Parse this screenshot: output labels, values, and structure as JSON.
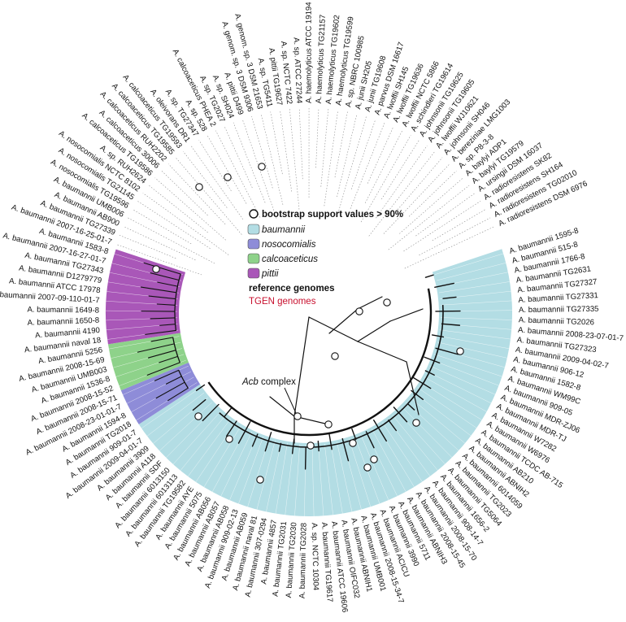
{
  "legend": {
    "bootstrap": "bootstrap support values > 90%",
    "clades": [
      {
        "label": "baumannii",
        "color": "#b3dde4"
      },
      {
        "label": "nosocomialis",
        "color": "#8e8cd8"
      },
      {
        "label": "calcoaceticus",
        "color": "#8ed28a"
      },
      {
        "label": "pittii",
        "color": "#a957b8"
      }
    ],
    "reference": "reference genomes",
    "tgen": "TGEN genomes",
    "tgen_color": "#c8102e"
  },
  "acb_label": {
    "italic": "Acb",
    "rest": " complex"
  },
  "clade_ranges": [
    {
      "clade": "baumannii",
      "from": 0,
      "to": 60
    },
    {
      "clade": "nosocomialis",
      "from": 61,
      "to": 64
    },
    {
      "clade": "calcoaceticus",
      "from": 65,
      "to": 69
    },
    {
      "clade": "pittii",
      "from": 70,
      "to": 79
    }
  ],
  "leaves": [
    "A. baumannii 1595-8",
    "A. baumannii 515-8",
    "A. baumannii 1766-8",
    "A. baumannii TG2631",
    "A. baumannii TG27327",
    "A. baumannii TG27331",
    "A. baumannii TG27335",
    "A. baumannii TG2026",
    "A. baumannii 2008-23-07-01-7",
    "A. baumannii TG27323",
    "A. baumannii 2009-04-02-7",
    "A. baumannii 906-12",
    "A. baumannii 1582-8",
    "A. baumannii WM99C",
    "A. baumannii 909-05",
    "A. baumannii MDR-ZJ06",
    "A. baumannii MDR-TJ",
    "A. baumannii W7282",
    "A. baumannii W6976",
    "A. baumannii TCDC AB-715",
    "A. baumannii AB210",
    "A. baumannii ABNIH2",
    "A. baumannii 6014059",
    "A. baumannii TG2023",
    "A. baumannii TG5064",
    "A. baumannii 1656-2",
    "A. baumannii 908-14-7",
    "A. baumannii 2008-15-70",
    "A. baumannii 2008-15-45",
    "A. baumannii ABNIH3",
    "A. baumannii 5711",
    "A. baumannii 3990",
    "A. baumannii ACICU",
    "A. baumannii 2008-15-34-7",
    "A. baumannii UMB001",
    "A. baumannii ABNIH1",
    "A. baumannii OIFC032",
    "A. baumannii ATCC 19606",
    "A. baumannii TG19617",
    "A. sp. NCTC 10304",
    "A. baumannii TG2028",
    "A. baumannii TG2030",
    "A. baumannii TG2031",
    "A. baumannii 4857",
    "A. baumannii 307-0294",
    "A. baumannii naval 81",
    "A. baumannii AB059",
    "A. baumannii 909-02-13",
    "A. baumannii AB058",
    "A. baumannii AB057",
    "A. baumannii AB056",
    "A. baumannii 5075",
    "A. baumannii AYE",
    "A. baumannii TG19582",
    "A. baumannii 6013113",
    "A. baumannii 6013150",
    "A. baumannii SDF",
    "A. baumannii A118",
    "A. baumannii 3909",
    "A. baumannii 2009-04-01-7",
    "A. baumannii 909-01-7",
    "A. baumannii TG2018",
    "A. baumannii 1594-8",
    "A. baumannii 2008-23-01-01-7",
    "A. baumannii 2008-15-71",
    "A. baumannii 2008-15-52",
    "A. baumannii 1536-8",
    "A. baumannii UMB003",
    "A. baumannii 2008-15-69",
    "A. baumannii 5256",
    "A. baumannii naval 18",
    "A. baumannii 4190",
    "A. baumannii 1650-8",
    "A. baumannii 1649-8",
    "A. baumannii 2007-09-110-01-7",
    "A. baumannii ATCC 17978",
    "A. baumannii D1279779",
    "A. baumannii TG27343",
    "A. baumannii 2007-16-27-01-7",
    "A. baumannii 1583-8",
    "A. baumannii 2007-16-25-01-7",
    "A. baumannii TG27339",
    "A. baumannii AB900",
    "A. baumannii UMB006",
    "A. nosocomialis TG19596",
    "A. nosocomialis TG21145",
    "A. nosocomialis NCTC 8102",
    "A. sp. RUH2624",
    "A. calcoaceticus TG19586",
    "A. calcoaceticus 30006",
    "A. calcoaceticus RUH2202",
    "A. calcoaceticus TG19585",
    "A. calcoaceticus TG19593",
    "A. oleivorans DR1",
    "A. sp. TG27347",
    "A. sp. 528",
    "A. calcoaceticus PHEA 2",
    "A. sp. TG2027",
    "A. sp. SH024",
    "A. pittii D499",
    "A. genom. sp. 3 DSM 9306",
    "A. genom. sp. 3 DSM 21653",
    "A. sp. TG5411",
    "A. pittii TG19627",
    "A. sp. NCTC 7422",
    "A. sp. ATCC 27244",
    "A. haemolyticus ATCC 19194",
    "A. haemolyticus TG21157",
    "A. haemolyticus TG19602",
    "A. haemolyticus TG19599",
    "A. sp. NBRC 100985",
    "A. junii SH205",
    "A. junii TG19608",
    "A. parvus DSM 16617",
    "A. lwoffii SH145",
    "A. lwoffii TG19636",
    "A. lwoffii NCTC 5866",
    "A. schindleri TG19614",
    "A. johnsonii TG19625",
    "A. johnsonii TG19605",
    "A. lwoffii WJ10621",
    "A. johnsonii SH046",
    "A. bereziniae LMG1003",
    "A. sp. P8-3-8",
    "A. baylyi ADP1",
    "A. baylyi TG19579",
    "A. ursingii DSM 16037",
    "A. radioresistens SK82",
    "A. radioresistens SH164",
    "A. radioresistens TG02010",
    "A. radioresistens DSM 6976"
  ]
}
